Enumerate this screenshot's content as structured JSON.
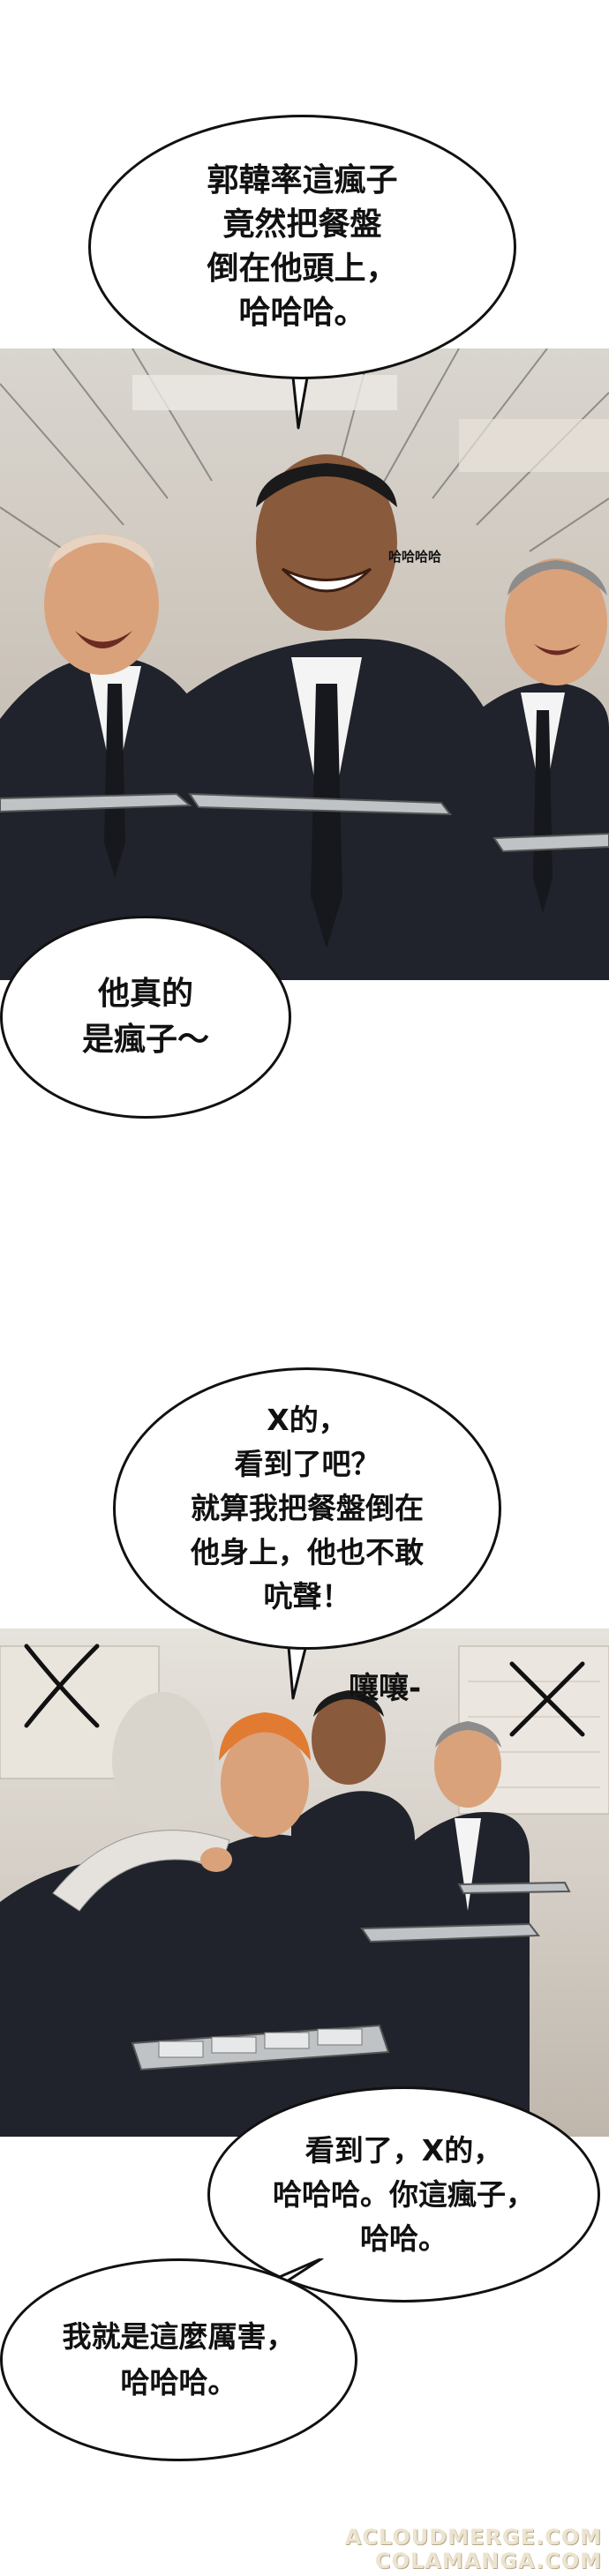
{
  "bubbles": {
    "b1": "郭韓率這瘋子\n竟然把餐盤\n倒在他頭上，\n哈哈哈。",
    "b2": "他真的\n是瘋子～",
    "b3": "X的，\n看到了吧？\n就算我把餐盤倒在\n他身上，他也不敢\n吭聲！",
    "b4": "看到了，X的，\n哈哈哈。你這瘋子，\n哈哈。",
    "b5": "我就是這麼厲害，\n哈哈哈。"
  },
  "sfx": {
    "laugh": "哈哈哈哈",
    "noise": "嚷嚷-"
  },
  "watermark": {
    "line1": "ACLOUDMERGE.COM",
    "line2": "COLAMANGA.COM"
  },
  "colors": {
    "suit": "#20232b",
    "shirt": "#f4f4f4",
    "tie": "#16181d",
    "skin": "#d9a27a",
    "skin_dark": "#8a5a3c",
    "orange_hair": "#e27b32",
    "tray": "#bfc3c6"
  }
}
